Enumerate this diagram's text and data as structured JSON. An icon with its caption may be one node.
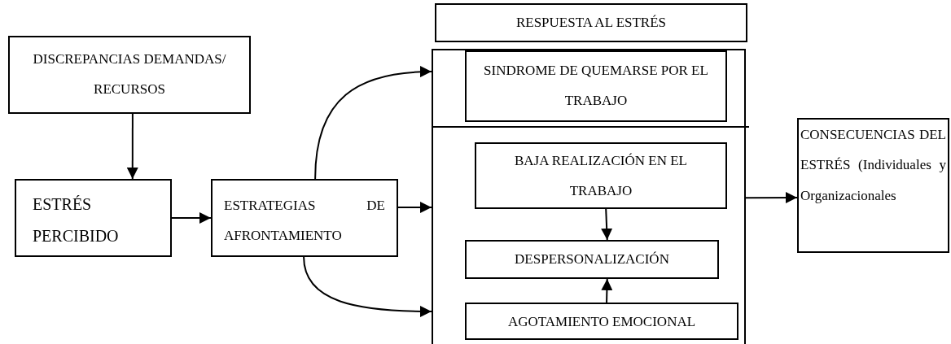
{
  "diagram": {
    "nodes": [
      {
        "text": [
          "DISCREPANCIAS DEMANDAS/ RECURSOS"
        ]
      },
      {
        "text": [
          "ESTRÉS PERCIBIDO"
        ]
      },
      {
        "text": [
          "ESTRATEGIAS DE AFRONTAMIENTO"
        ]
      },
      {
        "text": [
          "RESPUESTA AL ESTRÉS"
        ]
      },
      {
        "text": [],
        "shape": "box"
      },
      {
        "text": [
          "SINDROME DE QUEMARSE POR EL TRABAJO"
        ],
        "in": 4
      },
      {
        "text": [
          "BAJA REALIZACIÓN EN EL TRABAJO"
        ],
        "in": 4
      },
      {
        "text": [
          "DESPERSONALIZACIÓN"
        ],
        "in": 4
      },
      {
        "text": [
          "AGOTAMIENTO EMOCIONAL"
        ],
        "in": 4
      },
      {
        "text": [
          "CONSECUENCIAS DEL ESTRÉS (Individuales y Organizacionales"
        ]
      }
    ],
    "edges": [
      {
        "from": 0,
        "to": 1,
        "arrow": "to"
      },
      {
        "from": 1,
        "to": 2,
        "arrow": "to"
      },
      {
        "from": 2,
        "to": 4,
        "arrow": "to"
      },
      {
        "from": 2,
        "to": 4,
        "arrow": "to"
      },
      {
        "from": 2,
        "to": 4,
        "arrow": "to"
      },
      {
        "from": 6,
        "to": 7,
        "arrow": "to"
      },
      {
        "from": 8,
        "to": 7,
        "arrow": "to"
      },
      {
        "from": 4,
        "to": 9,
        "arrow": "to"
      }
    ]
  }
}
